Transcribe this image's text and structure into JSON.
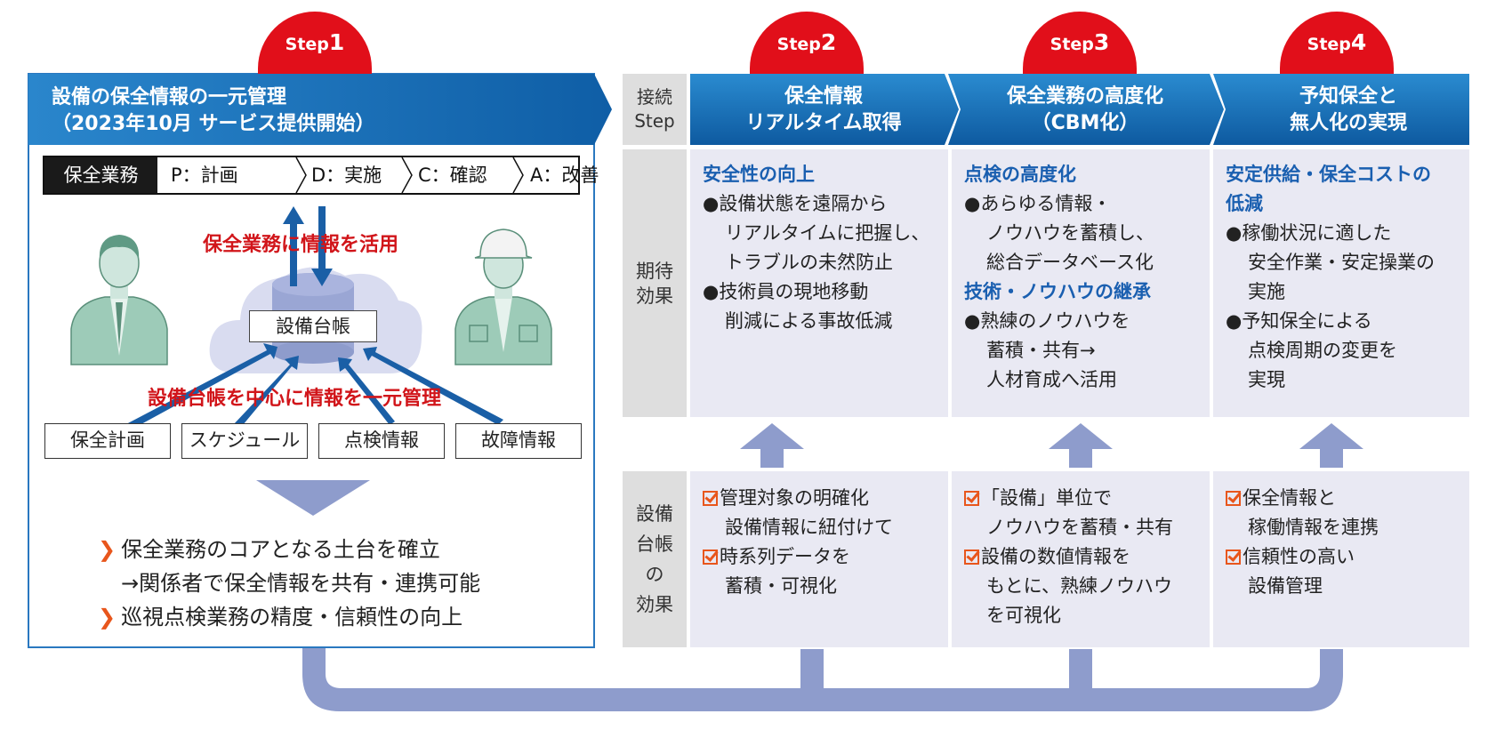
{
  "steps": [
    {
      "prefix": "Step",
      "num": "1"
    },
    {
      "prefix": "Step",
      "num": "2"
    },
    {
      "prefix": "Step",
      "num": "3"
    },
    {
      "prefix": "Step",
      "num": "4"
    }
  ],
  "left_panel": {
    "title_line1": "設備の保全情報の一元管理",
    "title_line2": "（2023年10月 サービス提供開始）",
    "pdca": {
      "label": "保全業務",
      "phases": [
        "P：計画",
        "D：実施",
        "C：確認",
        "A：改善"
      ]
    },
    "caption_top": "保全業務に情報を活用",
    "ledger": "設備台帳",
    "caption_bottom": "設備台帳を中心に情報を一元管理",
    "sources": [
      "保全計画",
      "スケジュール",
      "点検情報",
      "故障情報"
    ],
    "outcomes": [
      "保全業務のコアとなる土台を確立",
      "→関係者で保全情報を共有・連携可能",
      "巡視点検業務の精度・信頼性の向上"
    ]
  },
  "grid": {
    "header_label": [
      "接続",
      "Step"
    ],
    "headers": [
      [
        "保全情報",
        "リアルタイム取得"
      ],
      [
        "保全業務の高度化",
        "（CBM化）"
      ],
      [
        "予知保全と",
        "無人化の実現"
      ]
    ],
    "row_labels": {
      "expected": [
        "期待",
        "効果"
      ],
      "ledger": [
        "設備",
        "台帳",
        "の",
        "効果"
      ]
    },
    "expected": [
      {
        "blocks": [
          {
            "title": "安全性の向上",
            "bullets": [
              [
                "●設備状態を遠隔から",
                "リアルタイムに把握し、",
                "トラブルの未然防止"
              ],
              [
                "●技術員の現地移動",
                "削減による事故低減"
              ]
            ]
          }
        ]
      },
      {
        "blocks": [
          {
            "title": "点検の高度化",
            "bullets": [
              [
                "●あらゆる情報・",
                "ノウハウを蓄積し、",
                "総合データベース化"
              ]
            ]
          },
          {
            "title": "技術・ノウハウの継承",
            "bullets": [
              [
                "●熟練のノウハウを",
                "蓄積・共有→",
                "人材育成へ活用"
              ]
            ]
          }
        ]
      },
      {
        "blocks": [
          {
            "title": "安定供給・保全コストの",
            "title2": "低減",
            "bullets": [
              [
                "●稼働状況に適した",
                "安全作業・安定操業の",
                "実施"
              ],
              [
                "●予知保全による",
                "点検周期の変更を",
                "実現"
              ]
            ]
          }
        ]
      }
    ],
    "ledger_effects": [
      [
        [
          "管理対象の明確化",
          "設備情報に紐付けて"
        ],
        [
          "時系列データを",
          "蓄積・可視化"
        ]
      ],
      [
        [
          "「設備」単位で",
          "ノウハウを蓄積・共有"
        ],
        [
          "設備の数値情報を",
          "もとに、熟練ノウハウ",
          "を可視化"
        ]
      ],
      [
        [
          "保全情報と",
          "稼働情報を連携"
        ],
        [
          "信頼性の高い",
          "設備管理"
        ]
      ]
    ]
  },
  "colors": {
    "step_red": "#e10f1a",
    "header_blue": "#1a6fb8",
    "panel_border": "#2a78c0",
    "flow_lavender": "#8e9ccc",
    "cell_bg": "#e9e9f3",
    "label_bg": "#dedede",
    "caption_red": "#d1151a",
    "subtitle_blue": "#1a5fb0",
    "accent_orange": "#e8561c"
  },
  "icons": [
    "manager-person-icon",
    "worker-helmet-icon",
    "cloud-database-icon",
    "checkbox-icon",
    "chevron-bullet-icon"
  ]
}
